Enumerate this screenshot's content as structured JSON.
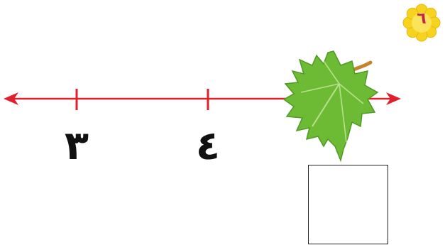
{
  "number_line": {
    "labels": [
      "٣",
      "٤"
    ],
    "line_color": "#e0202a"
  },
  "badge": {
    "number": "٦",
    "color": "#f7d21e",
    "text_color": "#c7224a"
  },
  "answer_box": {
    "value": ""
  },
  "leaf": {
    "icon": "maple-leaf-icon",
    "color": "#6dbb35"
  }
}
